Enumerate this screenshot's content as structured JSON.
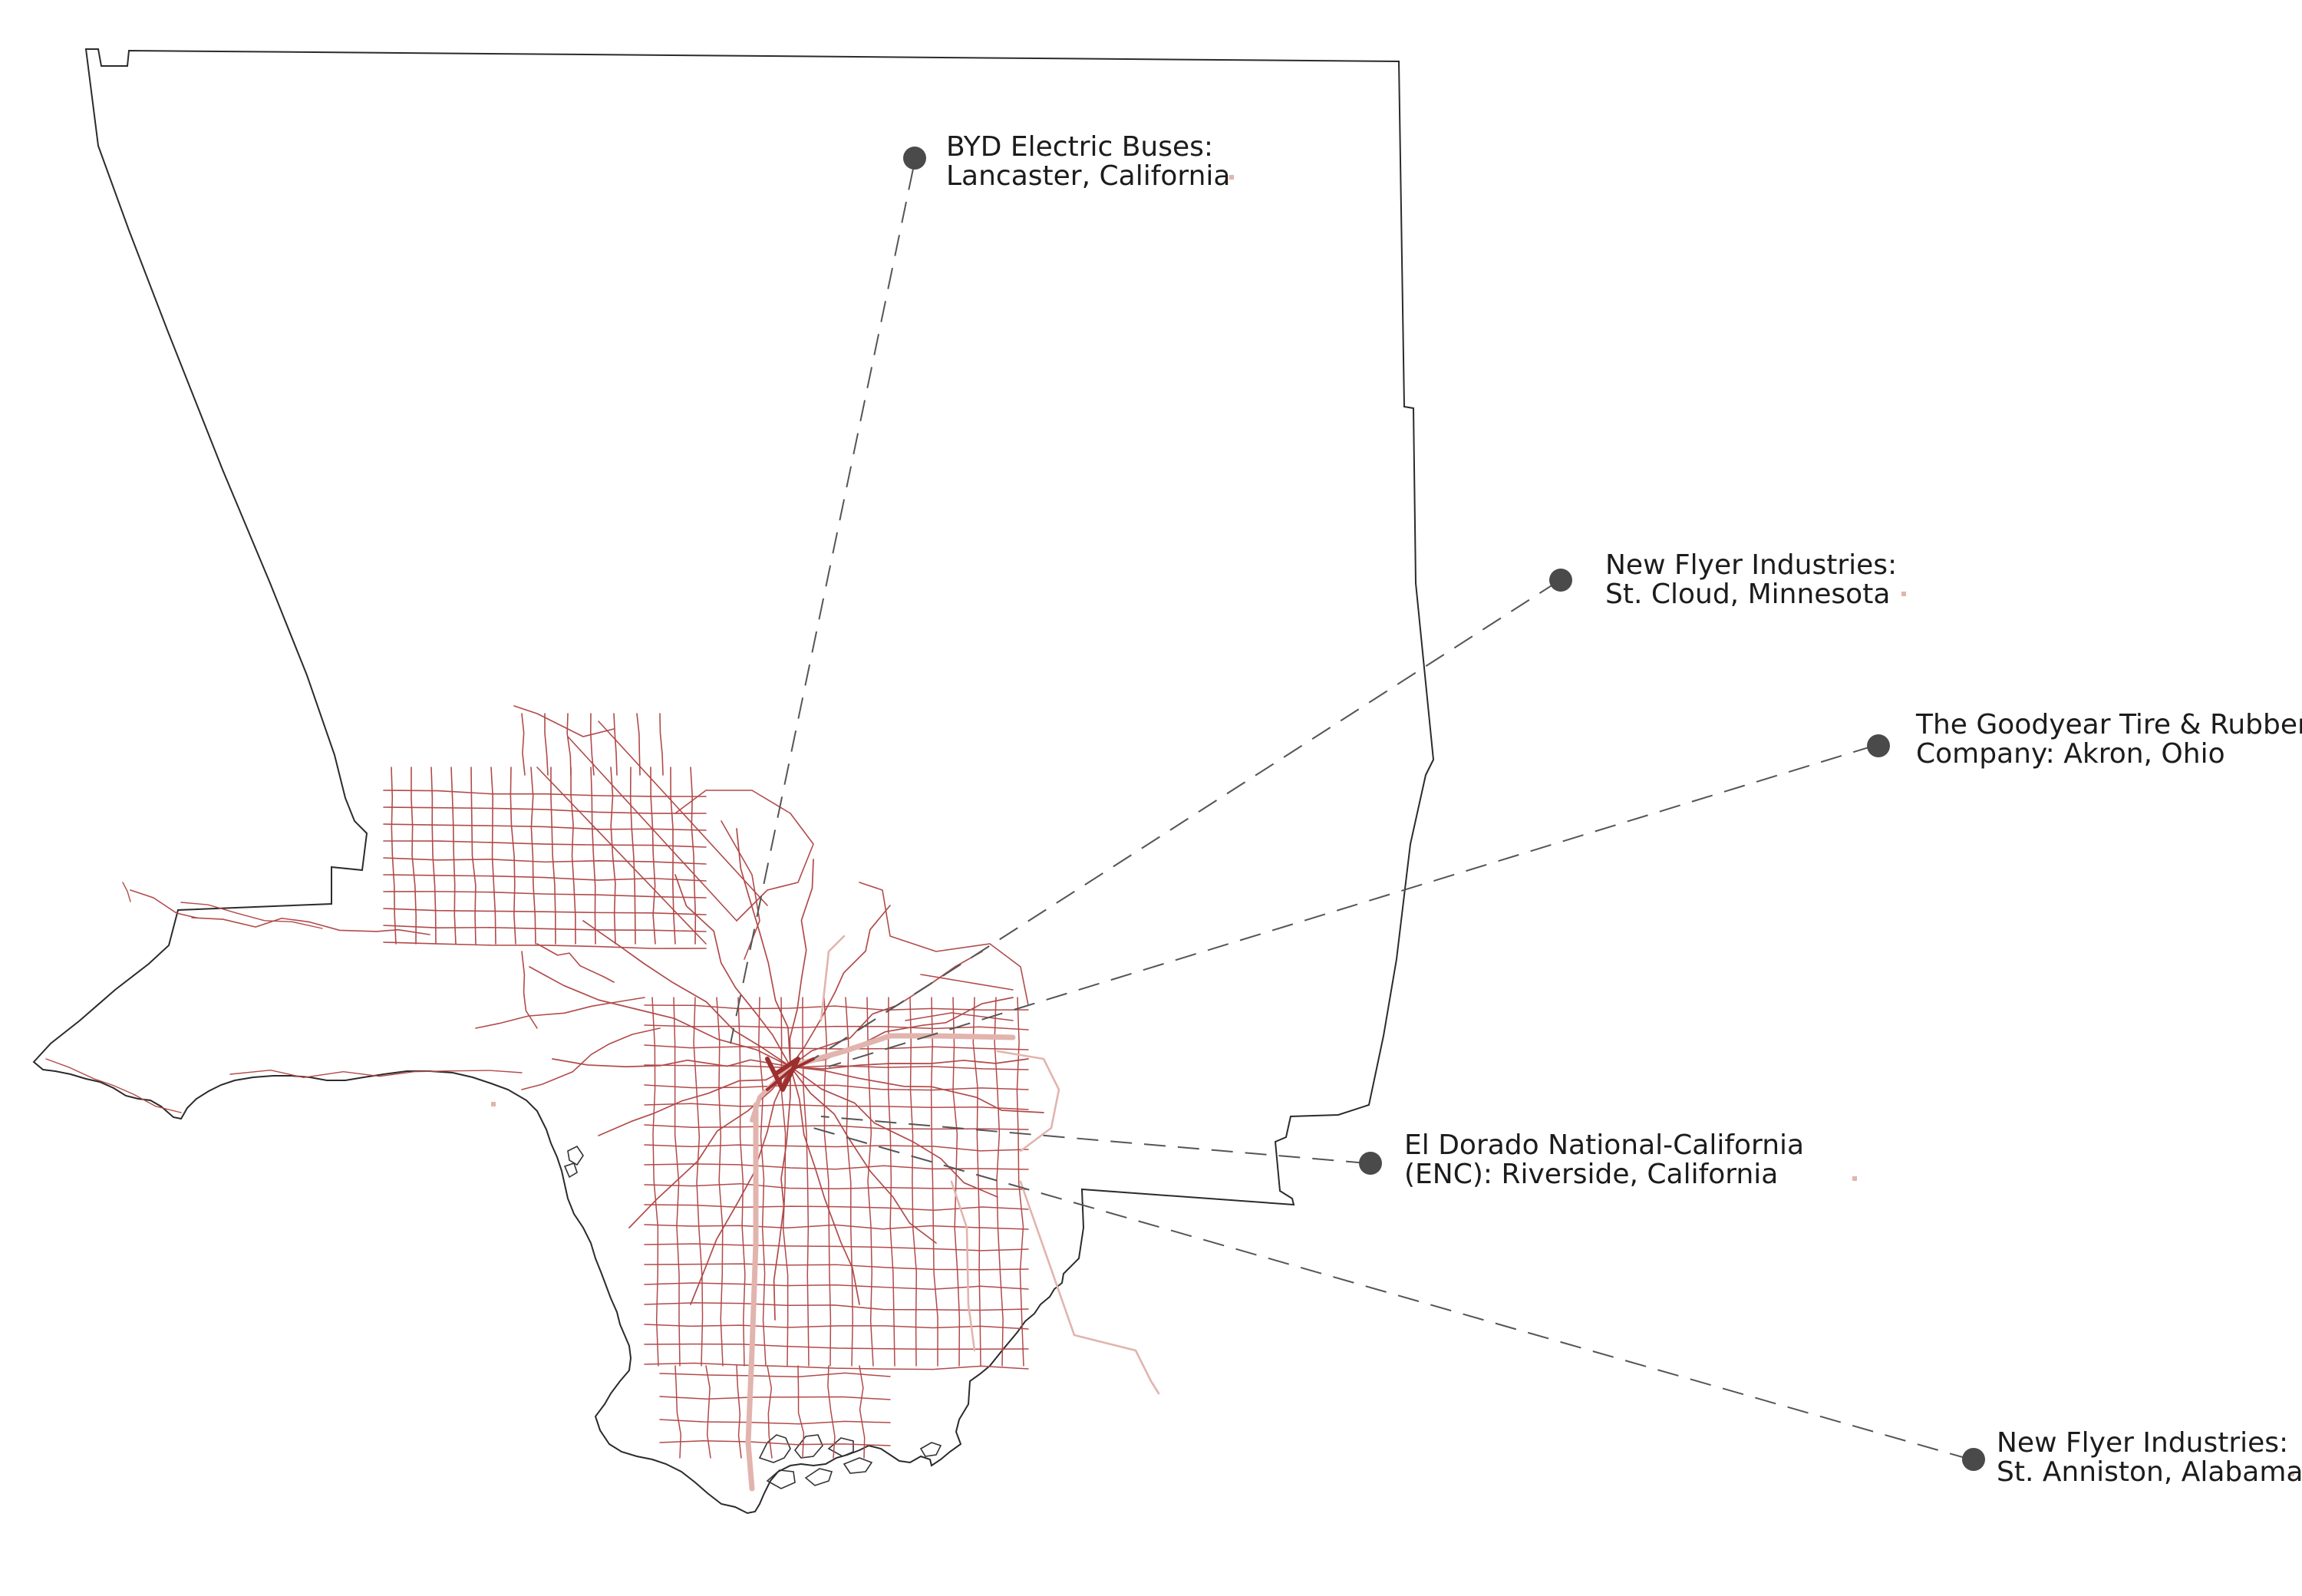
{
  "map": {
    "colors": {
      "background": "#ffffff",
      "county_outline": "#2b2b2b",
      "route_network": "#b24a4a",
      "route_light": "#e2b4ae",
      "route_heavy": "#9d2f2f",
      "dashed_leader": "#555555",
      "marker": "#4a4a4a",
      "label_text": "#1c1c1c",
      "coast_detail": "#333333"
    },
    "layers": {
      "county_outline": "county-boundary",
      "routes": "bus-route-network",
      "leaders": "supplier-leader-lines"
    },
    "suppliers": [
      {
        "id": "byd",
        "line1": "BYD Electric Buses:",
        "line2": "Lancaster, California"
      },
      {
        "id": "newflyer-mn",
        "line1": "New Flyer Industries:",
        "line2": "St. Cloud, Minnesota"
      },
      {
        "id": "goodyear",
        "line1": "The Goodyear Tire & Rubber",
        "line2": "Company: Akron, Ohio"
      },
      {
        "id": "eldorado",
        "line1": "El Dorado National-California",
        "line2": "(ENC): Riverside, California"
      },
      {
        "id": "newflyer-al",
        "line1": "New Flyer Industries:",
        "line2": "St. Anniston, Alabama"
      }
    ]
  }
}
